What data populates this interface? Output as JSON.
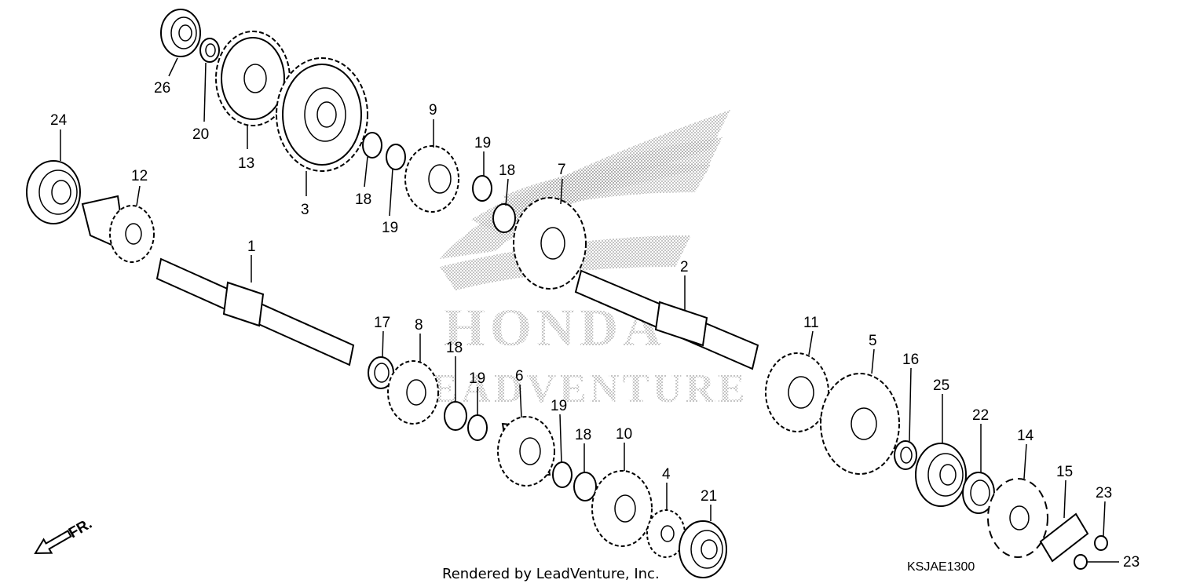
{
  "diagram": {
    "watermark": {
      "brand": "HONDA",
      "subtext": "LEADVENTURE"
    },
    "footer_text": "Rendered by LeadVenture, Inc.",
    "diagram_code": "KSJAE1300",
    "direction_label": "FR.",
    "callouts": [
      {
        "id": "c26",
        "label": "26"
      },
      {
        "id": "c20",
        "label": "20"
      },
      {
        "id": "c13",
        "label": "13"
      },
      {
        "id": "c3",
        "label": "3"
      },
      {
        "id": "c24",
        "label": "24"
      },
      {
        "id": "c12",
        "label": "12"
      },
      {
        "id": "c9",
        "label": "9"
      },
      {
        "id": "c19a",
        "label": "19"
      },
      {
        "id": "c18a",
        "label": "18"
      },
      {
        "id": "c19b",
        "label": "19"
      },
      {
        "id": "c18b",
        "label": "18"
      },
      {
        "id": "c7",
        "label": "7"
      },
      {
        "id": "c1",
        "label": "1"
      },
      {
        "id": "c2",
        "label": "2"
      },
      {
        "id": "c17",
        "label": "17"
      },
      {
        "id": "c8",
        "label": "8"
      },
      {
        "id": "c18c",
        "label": "18"
      },
      {
        "id": "c19c",
        "label": "19"
      },
      {
        "id": "c6",
        "label": "6"
      },
      {
        "id": "c19d",
        "label": "19"
      },
      {
        "id": "c18d",
        "label": "18"
      },
      {
        "id": "c10",
        "label": "10"
      },
      {
        "id": "c4",
        "label": "4"
      },
      {
        "id": "c21",
        "label": "21"
      },
      {
        "id": "c11",
        "label": "11"
      },
      {
        "id": "c5",
        "label": "5"
      },
      {
        "id": "c16",
        "label": "16"
      },
      {
        "id": "c25",
        "label": "25"
      },
      {
        "id": "c22",
        "label": "22"
      },
      {
        "id": "c14",
        "label": "14"
      },
      {
        "id": "c15",
        "label": "15"
      },
      {
        "id": "c23a",
        "label": "23"
      },
      {
        "id": "c23b",
        "label": "23"
      }
    ]
  }
}
